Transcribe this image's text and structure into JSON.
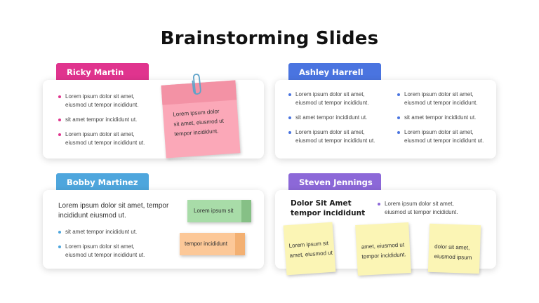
{
  "slide": {
    "title": "Brainstorming Slides"
  },
  "cards": [
    {
      "name": "Ricky Martin",
      "color": "#e0348e",
      "bullets": [
        "Lorem ipsum dolor sit amet,\neiusmod ut tempor incididunt.",
        "sit amet tempor incididunt ut.",
        "Lorem ipsum dolor sit amet,\neiusmod ut tempor incididunt ut."
      ],
      "note": {
        "text": "Lorem ipsum dolor\nsit amet, eiusmod ut\ntempor incididunt.",
        "color": "#fba8b8",
        "band": "#f392a5"
      }
    },
    {
      "name": "Ashley Harrell",
      "color": "#4a74e0",
      "columns": [
        [
          "Lorem ipsum dolor sit amet,\neiusmod ut tempor incididunt.",
          "sit amet tempor incididunt  ut.",
          "Lorem ipsum dolor sit amet,\neiusmod ut tempor incididunt ut."
        ],
        [
          "Lorem ipsum dolor sit amet,\neiusmod ut tempor incididunt.",
          "sit amet tempor incididunt  ut.",
          "Lorem ipsum dolor sit amet,\neiusmod ut tempor incididunt ut."
        ]
      ]
    },
    {
      "name": "Bobby Martinez",
      "color": "#4ea6dd",
      "lead": "Lorem ipsum dolor sit amet, tempor\nincididunt eiusmod ut.",
      "bullets": [
        "sit amet tempor incididunt  ut.",
        "Lorem ipsum dolor sit amet,\neiusmod ut tempor incididunt ut."
      ],
      "notes": [
        {
          "text": "Lorem ipsum sit",
          "color": "#a8dca8",
          "band": "#86c086"
        },
        {
          "text": "tempor incididunt",
          "color": "#fcc898",
          "band": "#f3b072"
        }
      ]
    },
    {
      "name": "Steven Jennings",
      "color": "#8c68d8",
      "heading": "Dolor Sit Amet\ntempor incididunt",
      "bullets": [
        "Lorem ipsum dolor sit amet,\neiusmod ut tempor incididunt."
      ],
      "notes": [
        {
          "text": "Lorem ipsum sit\namet, eiusmod ut",
          "color": "#fbf5b5"
        },
        {
          "text": "amet, eiusmod ut\ntempor incididunt.",
          "color": "#fbf5b5"
        },
        {
          "text": "dolor sit amet,\neiusmod ipsum",
          "color": "#fbf5b5"
        }
      ]
    }
  ]
}
